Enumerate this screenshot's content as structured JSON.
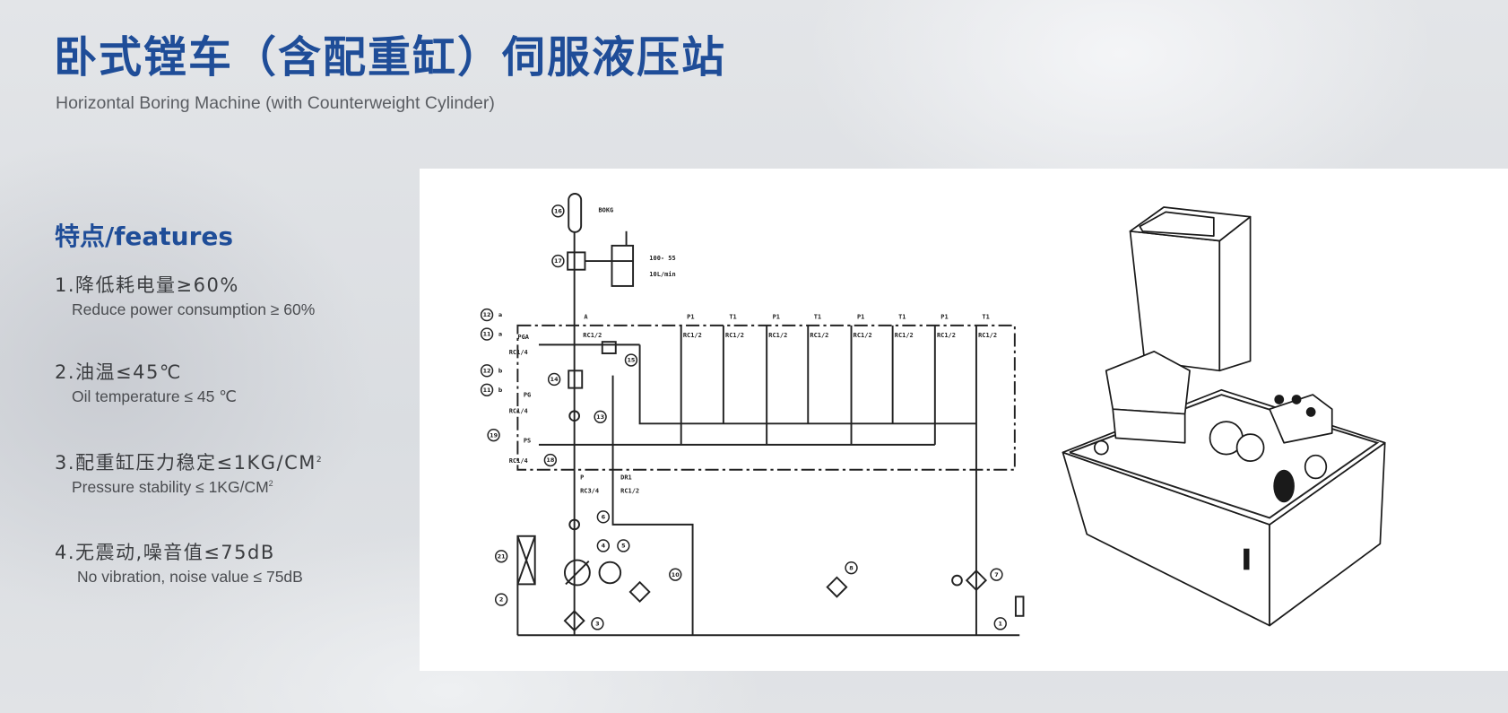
{
  "header": {
    "title": "卧式镗车（含配重缸）伺服液压站",
    "subtitle": "Horizontal Boring Machine (with Counterweight Cylinder)"
  },
  "features": {
    "heading": "特点/features",
    "items": [
      {
        "zh": "1.降低耗电量≥60%",
        "en": "Reduce power consumption ≥ 60%"
      },
      {
        "zh": "2.油温≤45℃",
        "en": "Oil temperature ≤ 45 ℃"
      },
      {
        "zh": "3.配重缸压力稳定≤1KG/CM",
        "zh_sup": "2",
        "en": "Pressure stability ≤ 1KG/CM",
        "en_sup": "2"
      },
      {
        "zh": "4.无震动,噪音值≤75dB",
        "en": "No vibration, noise value ≤ 75dB"
      }
    ]
  },
  "schematic": {
    "accumulator_label": "BOKG",
    "cylinder_spec": "100- 55",
    "flow": "10L/min",
    "top_ports": [
      {
        "name": "A",
        "size": "RC1/2"
      },
      {
        "name": "P1",
        "size": "RC1/2"
      },
      {
        "name": "T1",
        "size": "RC1/2"
      },
      {
        "name": "P1",
        "size": "RC1/2"
      },
      {
        "name": "T1",
        "size": "RC1/2"
      },
      {
        "name": "P1",
        "size": "RC1/2"
      },
      {
        "name": "T1",
        "size": "RC1/2"
      },
      {
        "name": "P1",
        "size": "RC1/2"
      },
      {
        "name": "T1",
        "size": "RC1/2"
      }
    ],
    "gauge_ports": [
      {
        "name": "PGA",
        "size": "RC1/4"
      },
      {
        "name": "PG",
        "size": "RC1/4"
      },
      {
        "name": "PS",
        "size": "RC1/4"
      }
    ],
    "bottom_ports": [
      {
        "name": "P",
        "size": "RC3/4"
      },
      {
        "name": "DR1",
        "size": "RC1/2"
      }
    ],
    "callouts": [
      "16",
      "17",
      "12",
      "a",
      "11",
      "a",
      "12",
      "b",
      "11",
      "b",
      "19",
      "14",
      "15",
      "13",
      "18",
      "6",
      "4",
      "5",
      "3",
      "2",
      "21",
      "10",
      "8",
      "7",
      "1"
    ]
  }
}
